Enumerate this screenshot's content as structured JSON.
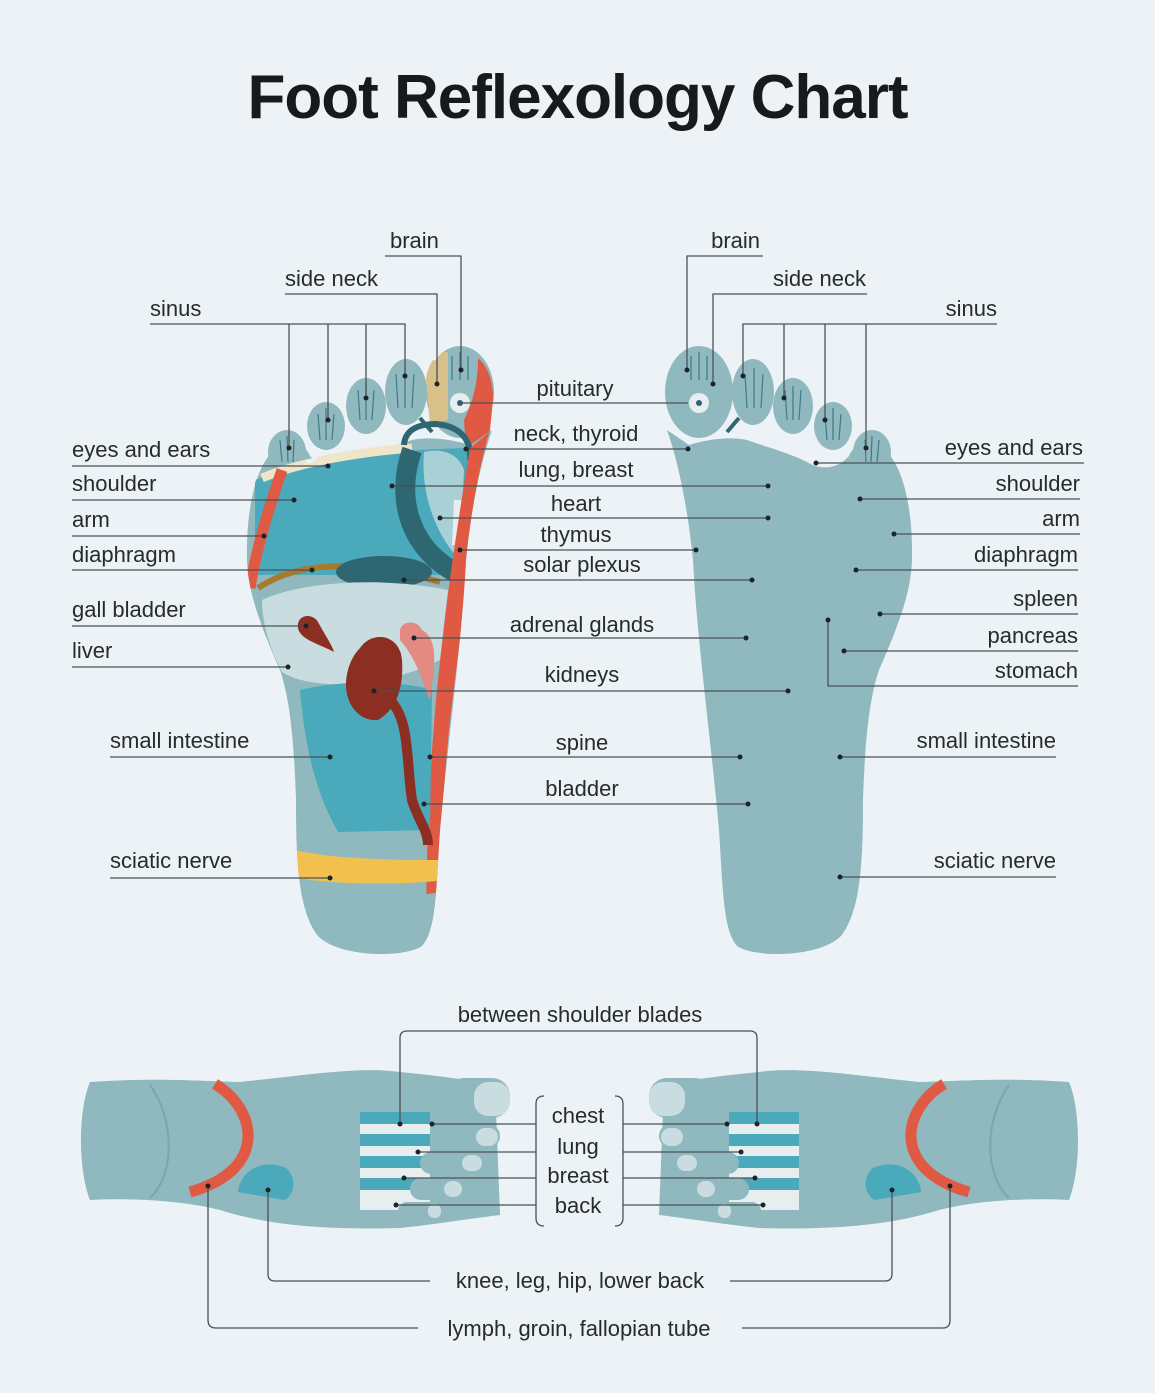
{
  "title": "Foot Reflexology Chart",
  "colors": {
    "background": "#ecf2f5",
    "foot_base": "#8fb8bf",
    "foot_light": "#c9dde0",
    "teal": "#4aa9ba",
    "dark_teal": "#2e6672",
    "spine_red": "#e05a43",
    "kidney": "#8c2e22",
    "adrenal": "#e38a82",
    "sciatic_yellow": "#f2c04e",
    "shoulder_cream": "#efe5c8",
    "diaphragm_brown": "#a87a2e"
  },
  "left_foot": {
    "top": [
      "brain",
      "side neck",
      "sinus"
    ],
    "side": [
      "eyes and ears",
      "shoulder",
      "arm",
      "diaphragm",
      "gall bladder",
      "liver",
      "small intestine",
      "sciatic nerve"
    ]
  },
  "center_labels": [
    "pituitary",
    "neck, thyroid",
    "lung, breast",
    "heart",
    "thymus",
    "solar plexus",
    "adrenal glands",
    "kidneys",
    "spine",
    "bladder"
  ],
  "right_foot": {
    "top": [
      "brain",
      "side neck",
      "sinus"
    ],
    "side": [
      "eyes and ears",
      "shoulder",
      "arm",
      "diaphragm",
      "spleen",
      "pancreas",
      "stomach",
      "small intestine",
      "sciatic nerve"
    ]
  },
  "top_view": {
    "header": "between shoulder blades",
    "middle": [
      "chest",
      "lung",
      "breast",
      "back"
    ],
    "bottom": [
      "knee, leg, hip, lower back",
      "lymph, groin, fallopian tube"
    ]
  }
}
